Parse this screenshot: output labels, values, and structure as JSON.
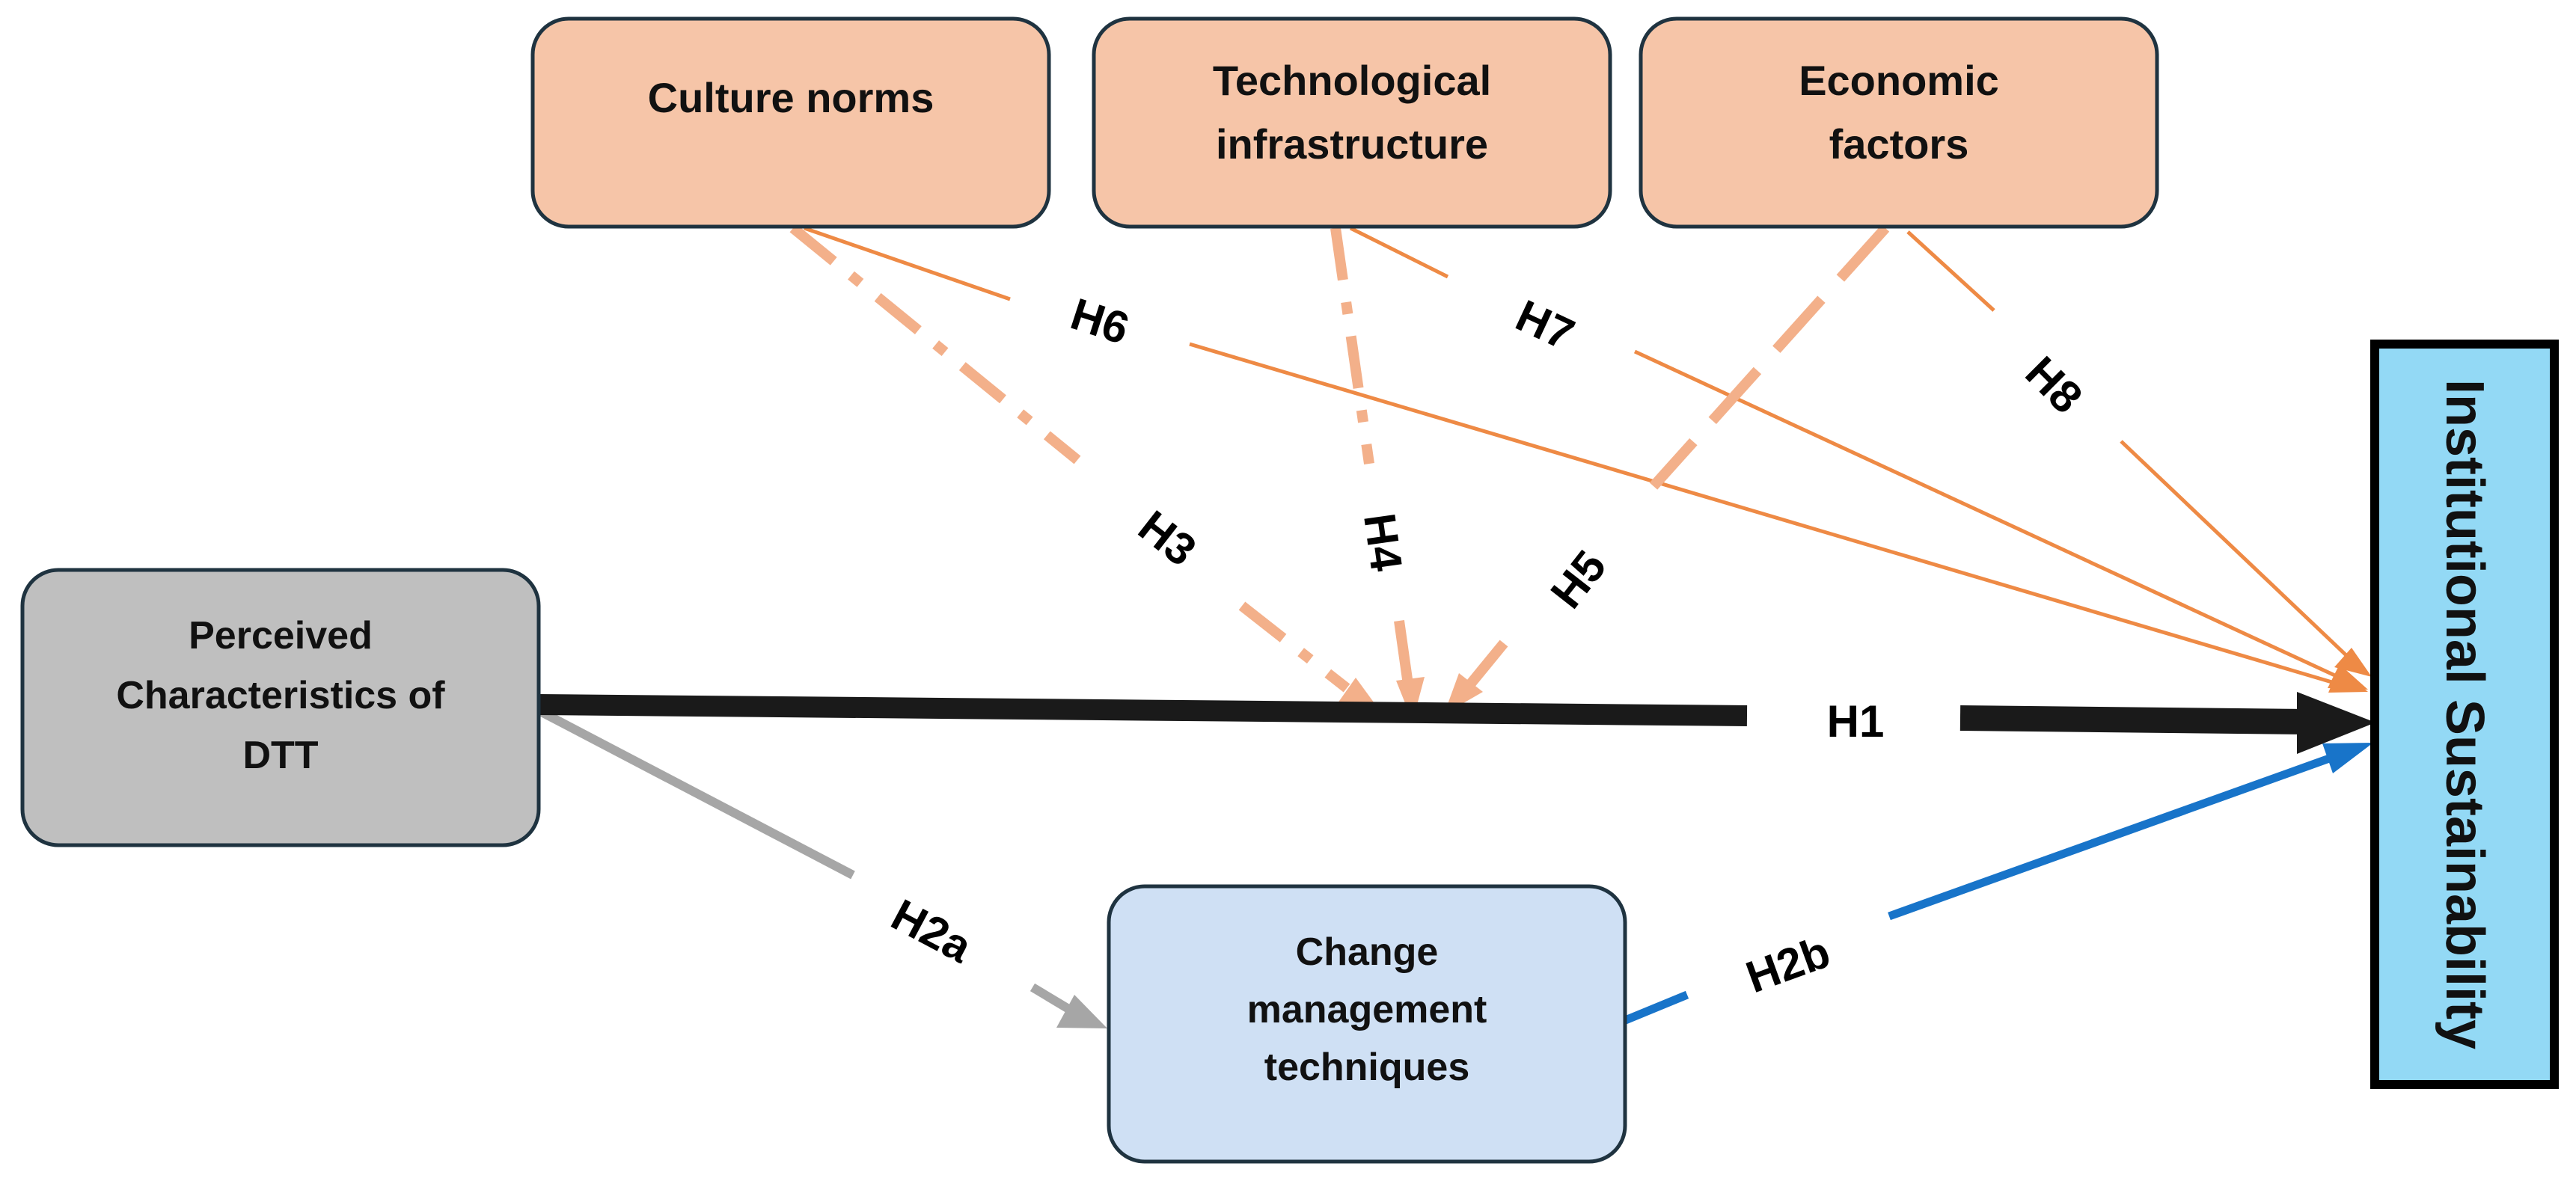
{
  "nodes": {
    "culture_norms": {
      "lines": [
        "Culture norms"
      ]
    },
    "technological_infrastructure": {
      "lines": [
        "Technological",
        "infrastructure"
      ]
    },
    "economic_factors": {
      "lines": [
        "Economic",
        "factors"
      ]
    },
    "perceived_characteristics": {
      "lines": [
        "Perceived",
        "Characteristics of",
        "DTT"
      ]
    },
    "change_management": {
      "lines": [
        "Change",
        "management",
        "techniques"
      ]
    },
    "institutional_sustainability": {
      "lines": [
        "Institutional Sustainability"
      ]
    }
  },
  "edges": {
    "h1": "H1",
    "h2a": "H2a",
    "h2b": "H2b",
    "h3": "H3",
    "h4": "H4",
    "h5": "H5",
    "h6": "H6",
    "h7": "H7",
    "h8": "H8"
  },
  "colors": {
    "context_box_fill": "#f6c5a8",
    "perceived_box_fill": "#bfbfbf",
    "change_box_fill": "#cfe0f4",
    "outcome_box_fill": "#93d9f5",
    "box_border": "#1f3340",
    "direct_path": "#1a1a1a",
    "mediator_in": "#a6a6a6",
    "mediator_out": "#1874c9",
    "moderator_solid": "#ee8a45",
    "moderator_dashed": "#f3b08a"
  }
}
